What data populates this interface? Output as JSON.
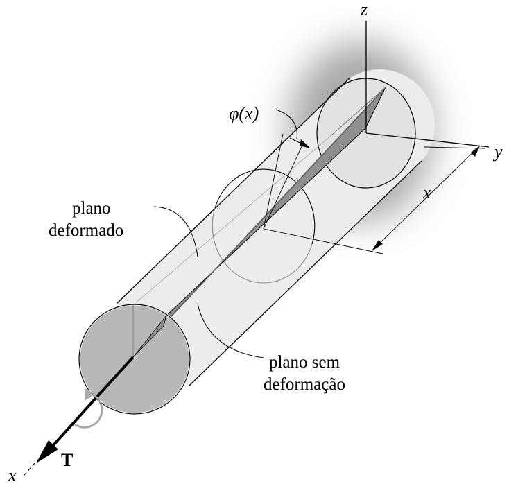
{
  "labels": {
    "axis_z": "z",
    "axis_y": "y",
    "axis_x_bottom": "x",
    "dimension_x": "x",
    "angle": "φ(x)",
    "deformed_plane_line1": "plano",
    "deformed_plane_line2": "deformado",
    "undeformed_plane_line1": "plano sem",
    "undeformed_plane_line2": "deformação",
    "torque": "T"
  }
}
